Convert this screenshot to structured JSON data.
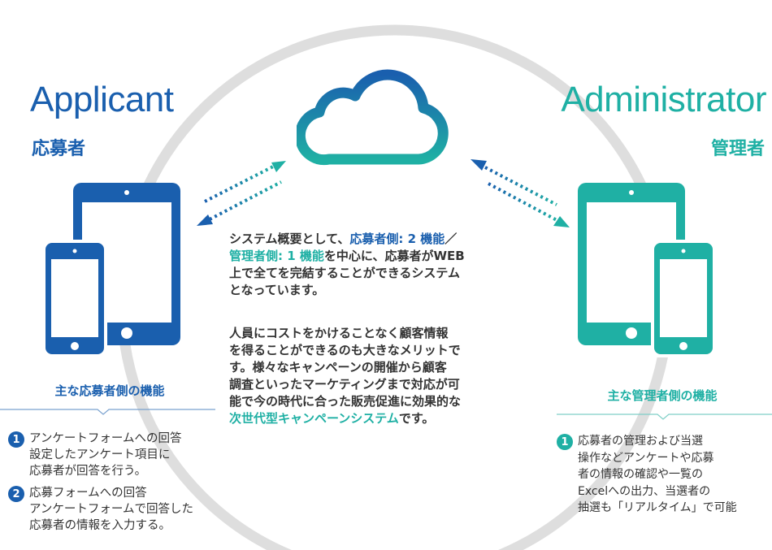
{
  "applicant": {
    "title_en": "Applicant",
    "title_jp": "応募者",
    "features_heading": "主な応募者側の機能",
    "items": [
      {
        "num": "1",
        "title": "アンケートフォームへの回答",
        "desc_lines": [
          "設定したアンケート項目に",
          "応募者が回答を行う。"
        ]
      },
      {
        "num": "2",
        "title": "応募フォームへの回答",
        "desc_lines": [
          "アンケートフォームで回答した",
          "応募者の情報を入力する。"
        ]
      }
    ]
  },
  "administrator": {
    "title_en": "Administrator",
    "title_jp": "管理者",
    "features_heading": "主な管理者側の機能",
    "items": [
      {
        "num": "1",
        "lines": [
          "応募者の管理および当選",
          "操作などアンケートや応募",
          "者の情報の確認や一覧の",
          "Excelへの出力、当選者の",
          "抽選も「リアルタイム」で可能"
        ]
      }
    ]
  },
  "center": {
    "p1": {
      "a": "システム概要として、",
      "b": "応募者側: 2 機能",
      "c": "／",
      "d": "管理者側: 1 機能",
      "e": "を中心に、応募者がWEB",
      "f": "上で全てを完結することができるシステム",
      "g": "となっています。"
    },
    "p2": {
      "lines": [
        "人員にコストをかけることなく顧客情報",
        "を得ることができるのも大きなメリットで",
        "す。様々なキャンペーンの開催から顧客",
        "調査といったマーケティングまで対応が可",
        "能で今の時代に合った販売促進に効果的な"
      ],
      "last_hl": "次世代型キャンペーンシステム",
      "last_end": "です。"
    }
  },
  "colors": {
    "blue": "#1a5fae",
    "teal": "#1fb0a4",
    "ring": "#d9d9d9"
  },
  "icons": {
    "cloud": "cloud-icon",
    "applicant_devices": "tablet-and-phone-icon",
    "admin_devices": "tablet-and-phone-icon"
  }
}
